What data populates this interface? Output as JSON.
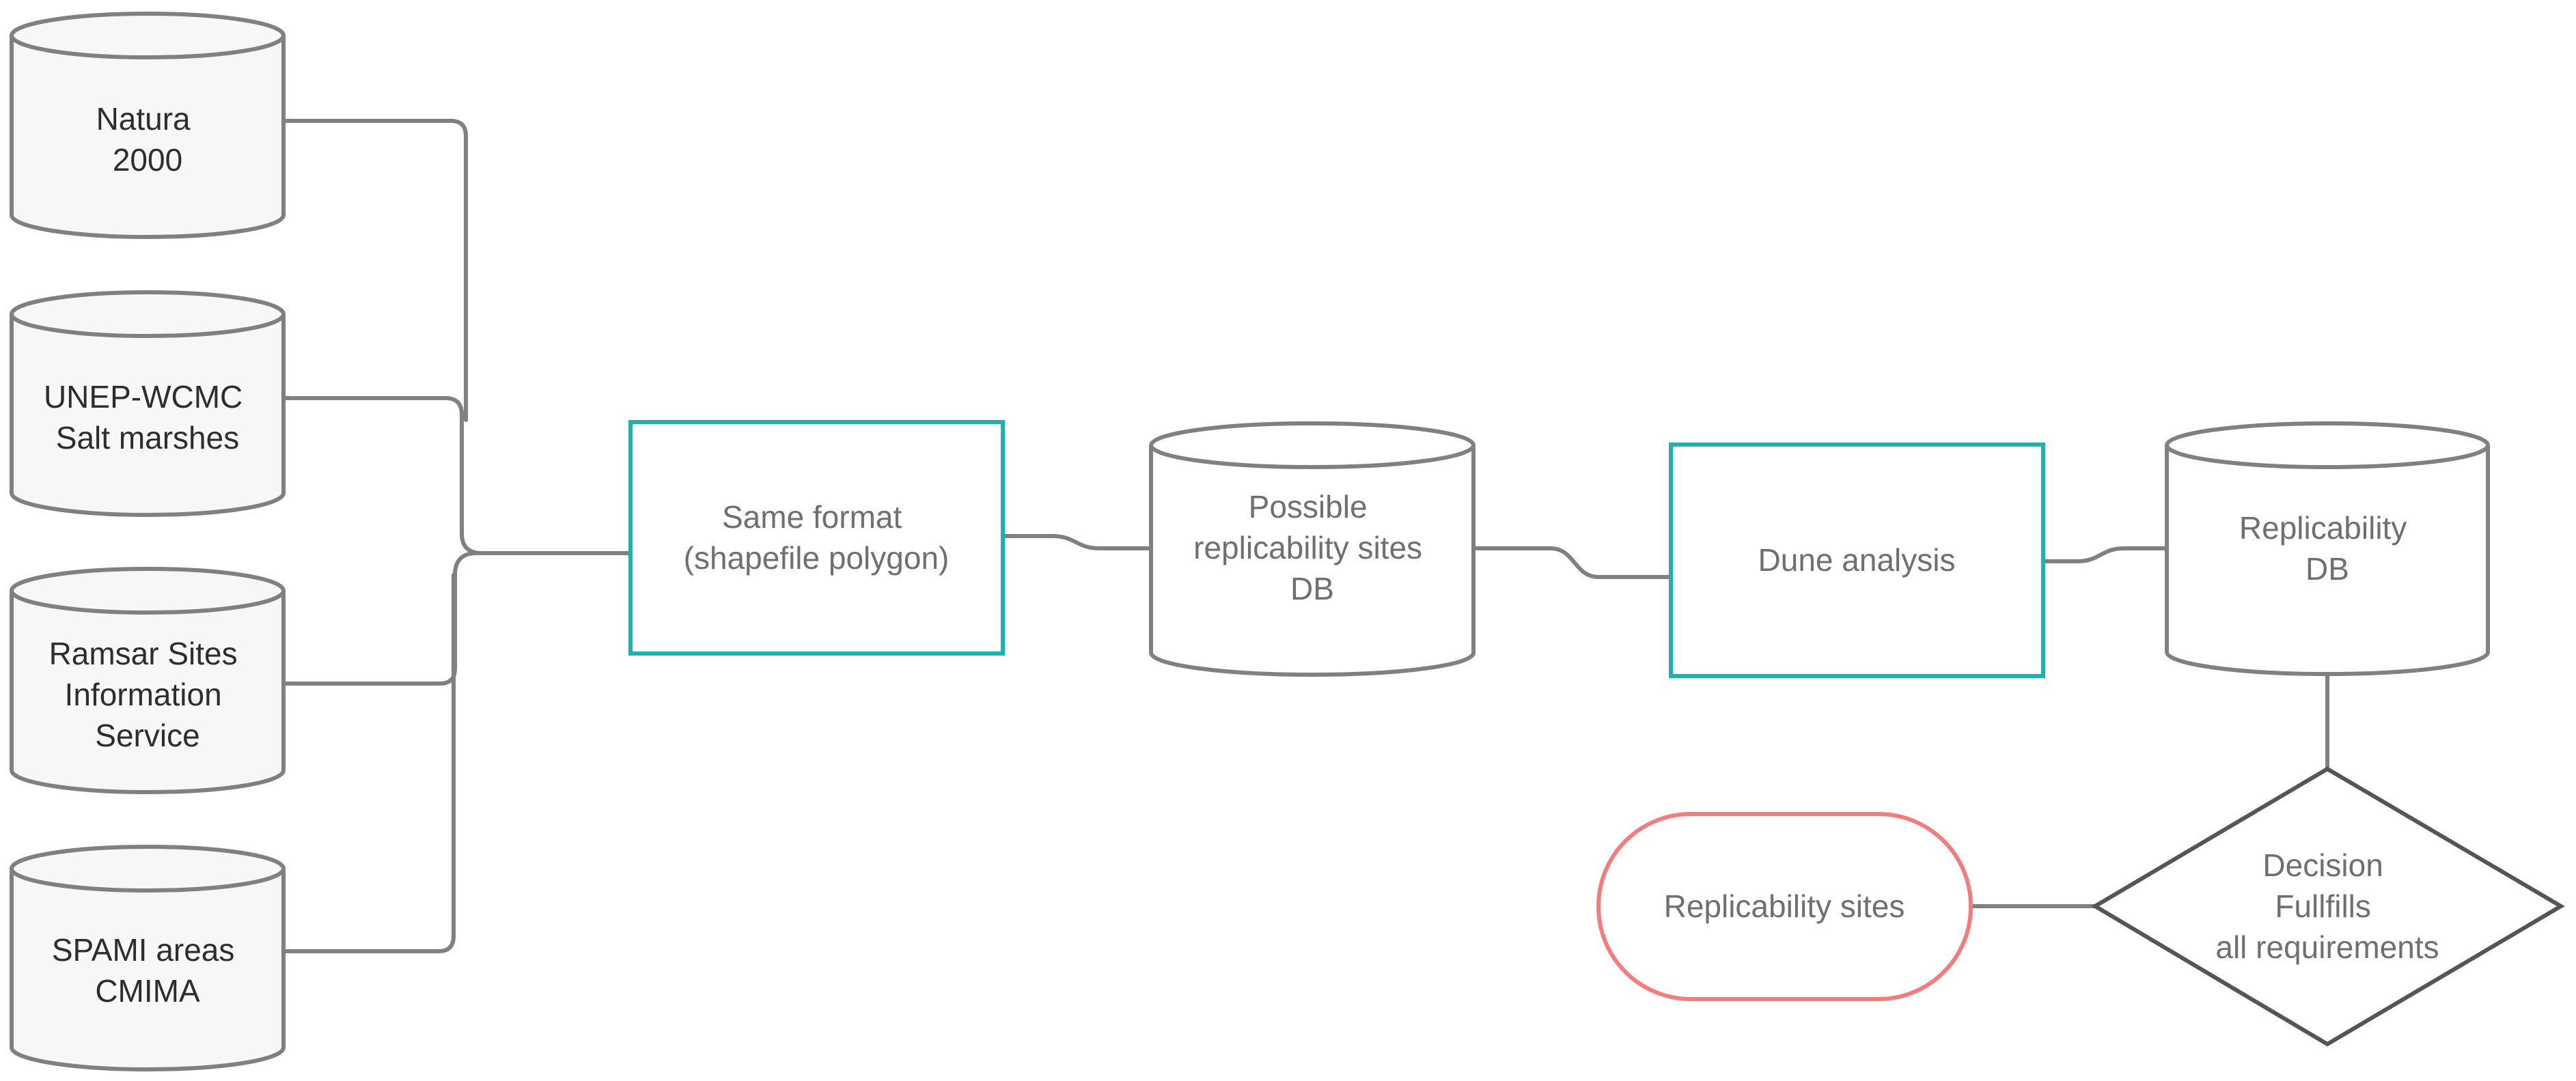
{
  "diagram": {
    "colors": {
      "connector": "#808080",
      "cylinder_stroke": "#808080",
      "source_fill": "#f7f7f7",
      "process_stroke": "#1ab3b0",
      "terminal_stroke": "#f47c7c",
      "decision_stroke": "#555555",
      "source_text": "#2d2d2d",
      "node_text": "#6f6f6f"
    },
    "sources": [
      {
        "lines": [
          "Natura",
          "2000"
        ]
      },
      {
        "lines": [
          "UNEP-WCMC",
          "Salt marshes"
        ]
      },
      {
        "lines": [
          "Ramsar Sites",
          "Information",
          "Service"
        ]
      },
      {
        "lines": [
          "SPAMI areas",
          "CMIMA"
        ]
      }
    ],
    "process_format": {
      "lines": [
        "Same format",
        "(shapefile polygon)"
      ]
    },
    "db_possible": {
      "lines": [
        "Possible",
        "replicability sites",
        "DB"
      ]
    },
    "process_dune": {
      "lines": [
        "Dune analysis"
      ]
    },
    "db_replicability": {
      "lines": [
        "Replicability",
        "DB"
      ]
    },
    "decision": {
      "lines": [
        "Decision",
        "Fullfills",
        "all requirements"
      ]
    },
    "terminal": {
      "lines": [
        "Replicability sites"
      ]
    }
  }
}
